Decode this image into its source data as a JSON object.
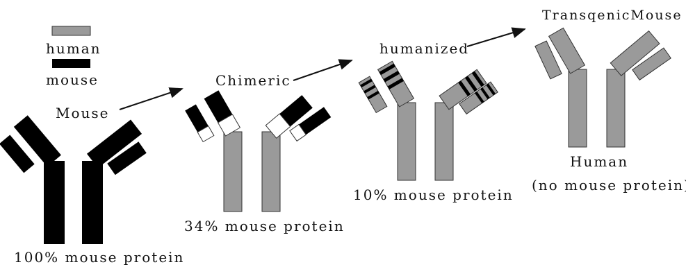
{
  "legend": {
    "human_label": "human",
    "mouse_label": "mouse",
    "human_color": "#9a9a9a",
    "mouse_color": "#000000"
  },
  "stages": [
    {
      "name": "Mouse",
      "caption": "100% mouse protein"
    },
    {
      "name": "Chimeric",
      "caption": "34% mouse protein"
    },
    {
      "name": "humanized",
      "caption": "10% mouse protein"
    },
    {
      "name": "TransqenicMouse",
      "caption_line1": "Human",
      "caption_line2": "(no mouse protein)"
    }
  ],
  "colors": {
    "human": "#9a9a9a",
    "mouse": "#000000",
    "white": "#ffffff",
    "outline": "#333333"
  }
}
